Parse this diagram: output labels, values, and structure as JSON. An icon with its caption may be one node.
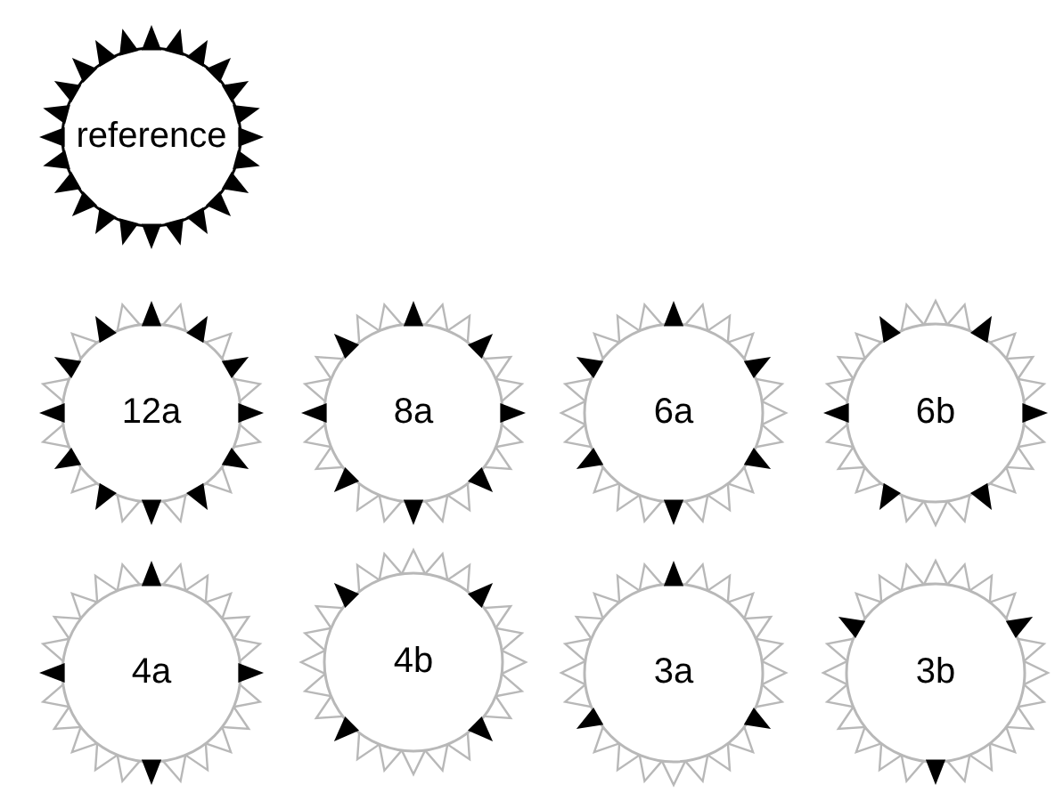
{
  "diagram": {
    "nodes": [
      {
        "text": [
          "reference"
        ]
      },
      {
        "text": [
          "12a"
        ]
      },
      {
        "text": [
          "8a"
        ]
      },
      {
        "text": [
          "6a"
        ]
      },
      {
        "text": [
          "6b"
        ]
      },
      {
        "text": [
          "4a"
        ]
      },
      {
        "text": [
          "4b"
        ]
      },
      {
        "text": [
          "3a"
        ]
      },
      {
        "text": [
          "3b"
        ]
      }
    ]
  }
}
